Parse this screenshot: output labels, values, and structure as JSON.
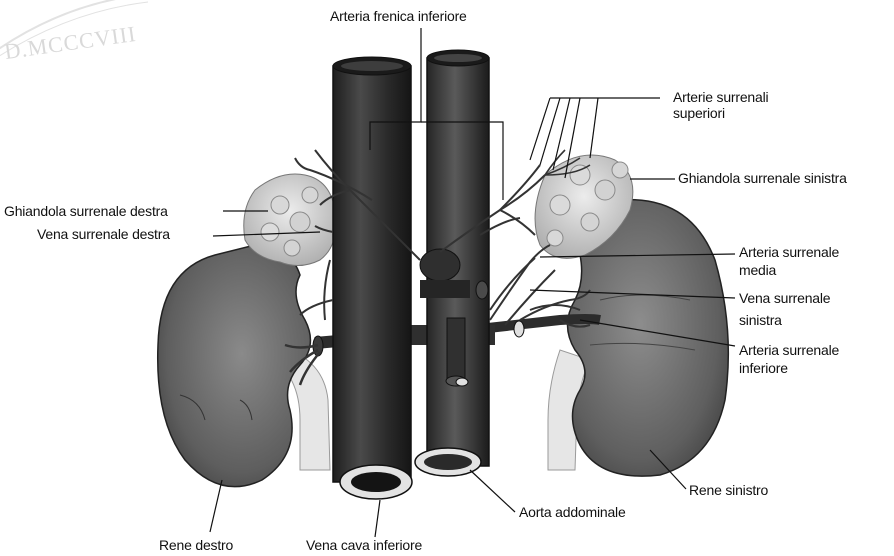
{
  "watermark": {
    "text": "D.MCCCVIII"
  },
  "labels": {
    "arteria_frenica_inferiore": "Arteria frenica inferiore",
    "arterie_surrenali_superiori_1": "Arterie surrenali",
    "arterie_surrenali_superiori_2": "superiori",
    "ghiandola_surrenale_sinistra": "Ghiandola surrenale sinistra",
    "ghiandola_surrenale_destra": "Ghiandola surrenale destra",
    "vena_surrenale_destra": "Vena surrenale destra",
    "arteria_surrenale_media_1": "Arteria surrenale",
    "arteria_surrenale_media_2": "media",
    "vena_surrenale_sinistra_1": "Vena surrenale",
    "vena_surrenale_sinistra_2": "sinistra",
    "arteria_surrenale_inferiore_1": "Arteria surrenale",
    "arteria_surrenale_inferiore_2": "inferiore",
    "rene_sinistro": "Rene sinistro",
    "aorta_addominale": "Aorta addominale",
    "rene_destro": "Rene destro",
    "vena_cava_inferiore": "Vena cava inferiore"
  },
  "colors": {
    "vessel_dark": "#2e2e2e",
    "kidney": "#6b6b6b",
    "gland": "#cfcfcf",
    "leader": "#111111"
  }
}
